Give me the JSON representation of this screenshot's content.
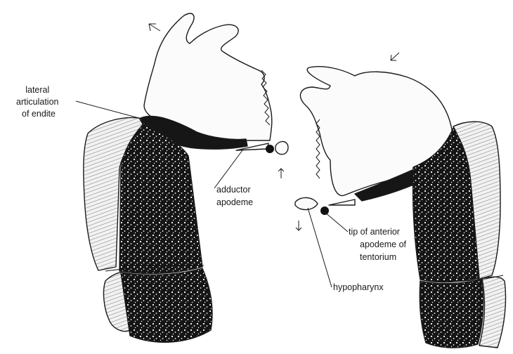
{
  "labels": {
    "lateral_articulation": [
      "lateral",
      "articulation",
      "of endite"
    ],
    "adductor_apodeme": [
      "adductor",
      "apodeme"
    ],
    "tip_anterior_apodeme": [
      "tip of anterior",
      "apodeme of",
      "tentorium"
    ],
    "hypopharynx": "hypopharynx"
  },
  "colors": {
    "ink": "#1a1a1a",
    "paper": "#ffffff",
    "dark_fill": "#161616"
  }
}
